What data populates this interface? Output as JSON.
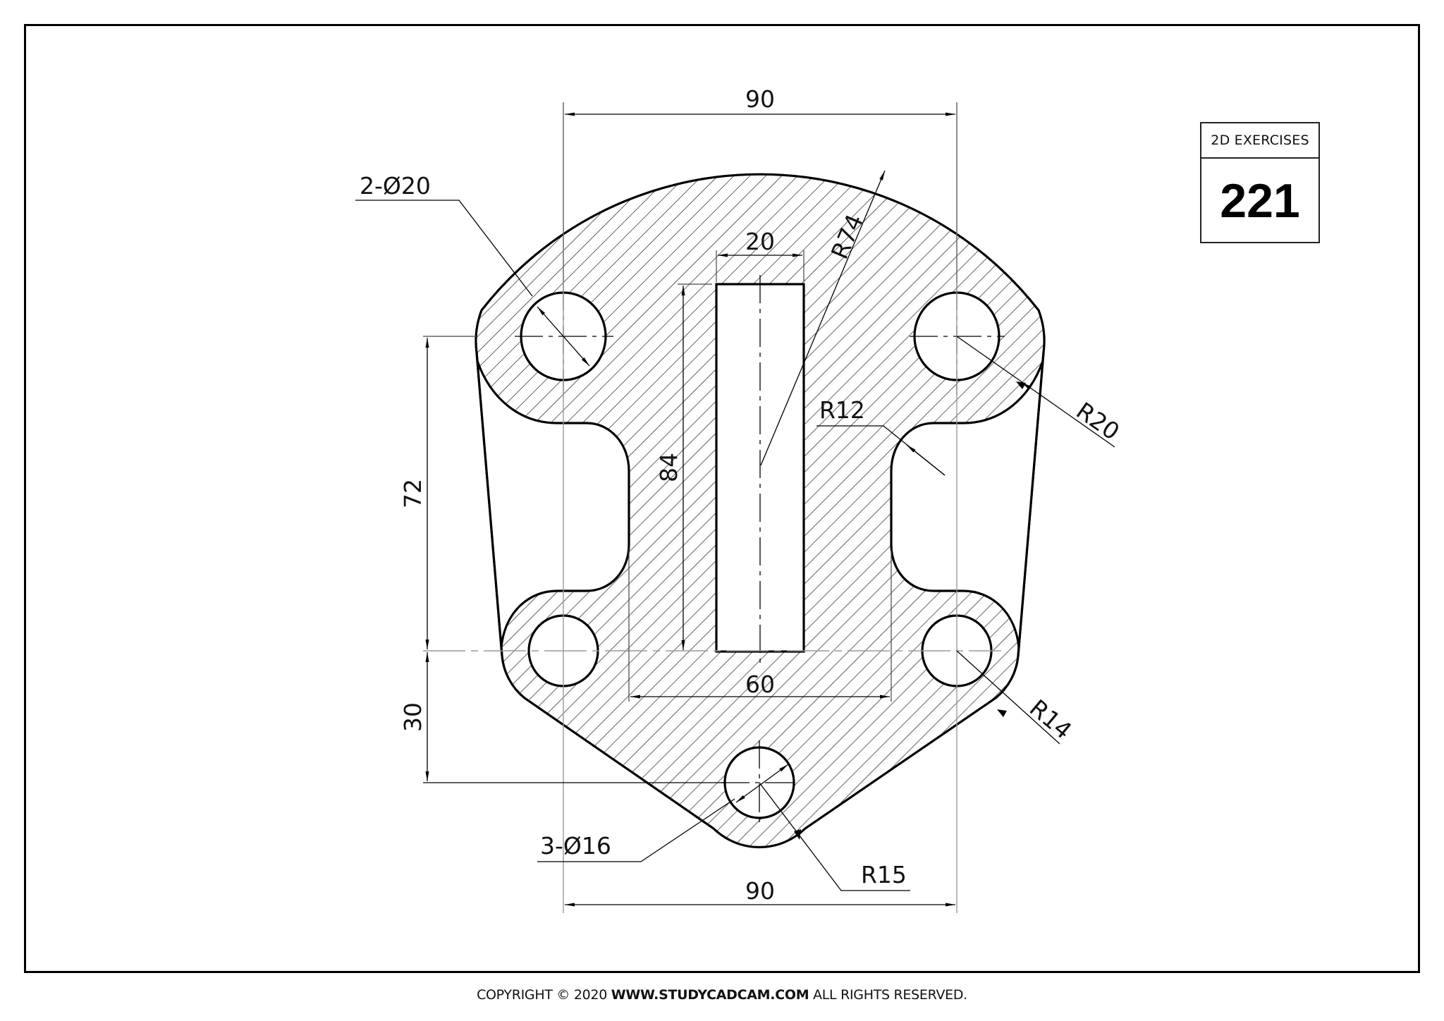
{
  "title_block": {
    "header": "2D EXERCISES",
    "number": "221"
  },
  "footer": {
    "prefix": "COPYRIGHT © 2020",
    "site": "WWW.STUDYCADCAM.COM",
    "suffix": "ALL RIGHTS RESERVED."
  },
  "drawing": {
    "type": "2D mechanical drawing, hatched plate",
    "dimensions": {
      "top_width": "90",
      "bottom_width": "90",
      "slot_width": "20",
      "slot_length": "84",
      "neck_width": "60",
      "hole_spacing_vertical": "72",
      "bottom_hole_offset": "30",
      "top_radius": "R74",
      "upper_boss_radius": "R20",
      "fillet_radius": "R12",
      "lower_boss_radius": "R14",
      "bottom_boss_radius": "R15",
      "upper_holes": "2-Ø20",
      "lower_holes": "3-Ø16"
    },
    "colors": {
      "line": "#000000",
      "hatch": "#222222",
      "centerline": "#8a8a8a",
      "background": "#ffffff"
    }
  }
}
